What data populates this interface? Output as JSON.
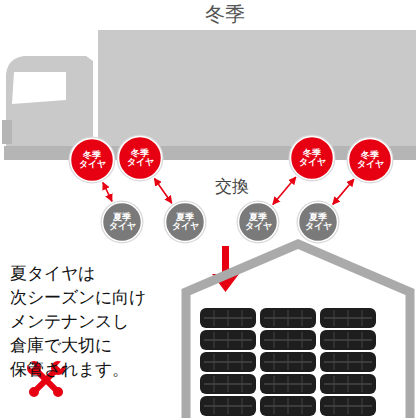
{
  "diagram": {
    "title": "冬季",
    "nodes": [
      {
        "text": [
          "冬季 タイヤ"
        ]
      },
      {
        "text": [
          "冬季 タイヤ"
        ]
      },
      {
        "text": [
          "冬季 タイヤ"
        ]
      },
      {
        "text": [
          "冬季 タイヤ"
        ]
      },
      {
        "text": [
          "夏季 タイヤ"
        ]
      },
      {
        "text": [
          "夏季 タイヤ"
        ]
      },
      {
        "text": [
          "夏季 タイヤ"
        ]
      },
      {
        "text": [
          "夏季 タイヤ"
        ]
      }
    ],
    "edges": [
      {
        "from": 0,
        "to": 4,
        "arrow": "both"
      },
      {
        "from": 1,
        "to": 5,
        "arrow": "both"
      },
      {
        "from": 2,
        "to": 6,
        "arrow": "both"
      },
      {
        "from": 3,
        "to": 7,
        "arrow": "both"
      }
    ],
    "labels": [
      "交換",
      "夏タイヤは 次シーズンに向け メンテナンスし 倉庫で大切に 保管されます。"
    ]
  }
}
